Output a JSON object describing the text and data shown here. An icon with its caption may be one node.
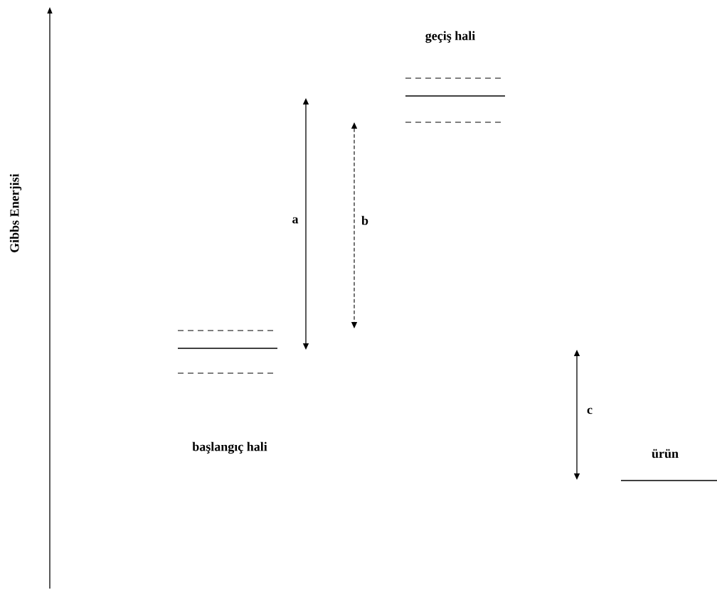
{
  "diagram": {
    "labels": [
      "geçiş hali",
      "Gibbs Enerjisi",
      "a",
      "b",
      "c",
      "başlangıç hali",
      "ürün"
    ]
  }
}
